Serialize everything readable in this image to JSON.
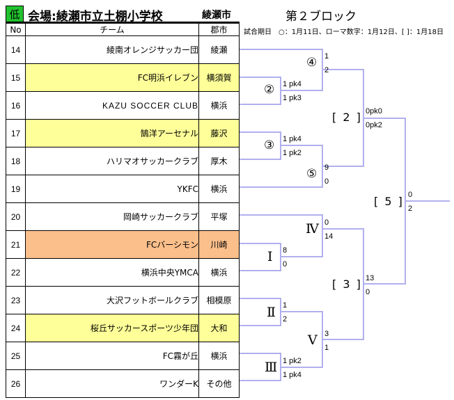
{
  "header": {
    "badge": "低",
    "venue": "会場:綾瀬市立土棚小学校",
    "city": "綾瀬市",
    "block": "第２ブロック",
    "legend": "試合期日　○：1月11日、ローマ数字：1月12日、[ ]：1月18日"
  },
  "columns": {
    "no": "No",
    "team": "チーム",
    "city": "郡市"
  },
  "colors": {
    "highlight": "#ffff99",
    "seed": "#fbbf8b",
    "badge": "#22c22e",
    "bracket": "#b0b0ee"
  },
  "teams": [
    {
      "no": "14",
      "name": "綾南オレンジサッカー団",
      "city": "綾瀬",
      "style": "plain"
    },
    {
      "no": "15",
      "name": "FC明浜イレブン",
      "city": "横須賀",
      "style": "highlight"
    },
    {
      "no": "16",
      "name": "KAZU SOCCER CLUB",
      "city": "横浜",
      "style": "plain"
    },
    {
      "no": "17",
      "name": "鵠洋アーセナル",
      "city": "藤沢",
      "style": "highlight"
    },
    {
      "no": "18",
      "name": "ハリマオサッカークラブ",
      "city": "厚木",
      "style": "plain"
    },
    {
      "no": "19",
      "name": "YKFC",
      "city": "横浜",
      "style": "plain"
    },
    {
      "no": "20",
      "name": "岡崎サッカークラブ",
      "city": "平塚",
      "style": "plain"
    },
    {
      "no": "21",
      "name": "FCバーシモン",
      "city": "川崎",
      "style": "seed"
    },
    {
      "no": "22",
      "name": "横浜中央YMCA",
      "city": "横浜",
      "style": "plain"
    },
    {
      "no": "23",
      "name": "大沢フットボールクラブ",
      "city": "相模原",
      "style": "plain"
    },
    {
      "no": "24",
      "name": "桜丘サッカースポーツ少年団",
      "city": "大和",
      "style": "highlight"
    },
    {
      "no": "25",
      "name": "FC霧が丘",
      "city": "横浜",
      "style": "plain"
    },
    {
      "no": "26",
      "name": "ワンダーK",
      "city": "その他",
      "style": "plain"
    }
  ],
  "matches": {
    "m2": {
      "mark": "②",
      "top": "1 pk4",
      "bottom": "1 pk3"
    },
    "m3": {
      "mark": "③",
      "top": "1 pk4",
      "bottom": "1 pk2"
    },
    "m4": {
      "mark": "④",
      "top": "1",
      "bottom": "2"
    },
    "m5": {
      "mark": "⑤",
      "top": "9",
      "bottom": "0"
    },
    "r1": {
      "mark": "Ⅰ",
      "top": "8",
      "bottom": "0"
    },
    "r2": {
      "mark": "Ⅱ",
      "top": "1",
      "bottom": "2"
    },
    "r3": {
      "mark": "Ⅲ",
      "top": "1 pk2",
      "bottom": "1 pk4"
    },
    "r4": {
      "mark": "Ⅳ",
      "top": "0",
      "bottom": "14"
    },
    "r5": {
      "mark": "Ⅴ",
      "top": "3",
      "bottom": "1"
    },
    "b2": {
      "mark": "[ 2 ]",
      "top": "0pk0",
      "bottom": "0pk2"
    },
    "b3": {
      "mark": "[ 3 ]",
      "top": "13",
      "bottom": "0"
    },
    "b5": {
      "mark": "[ 5 ]",
      "top": "0",
      "bottom": "2"
    }
  }
}
